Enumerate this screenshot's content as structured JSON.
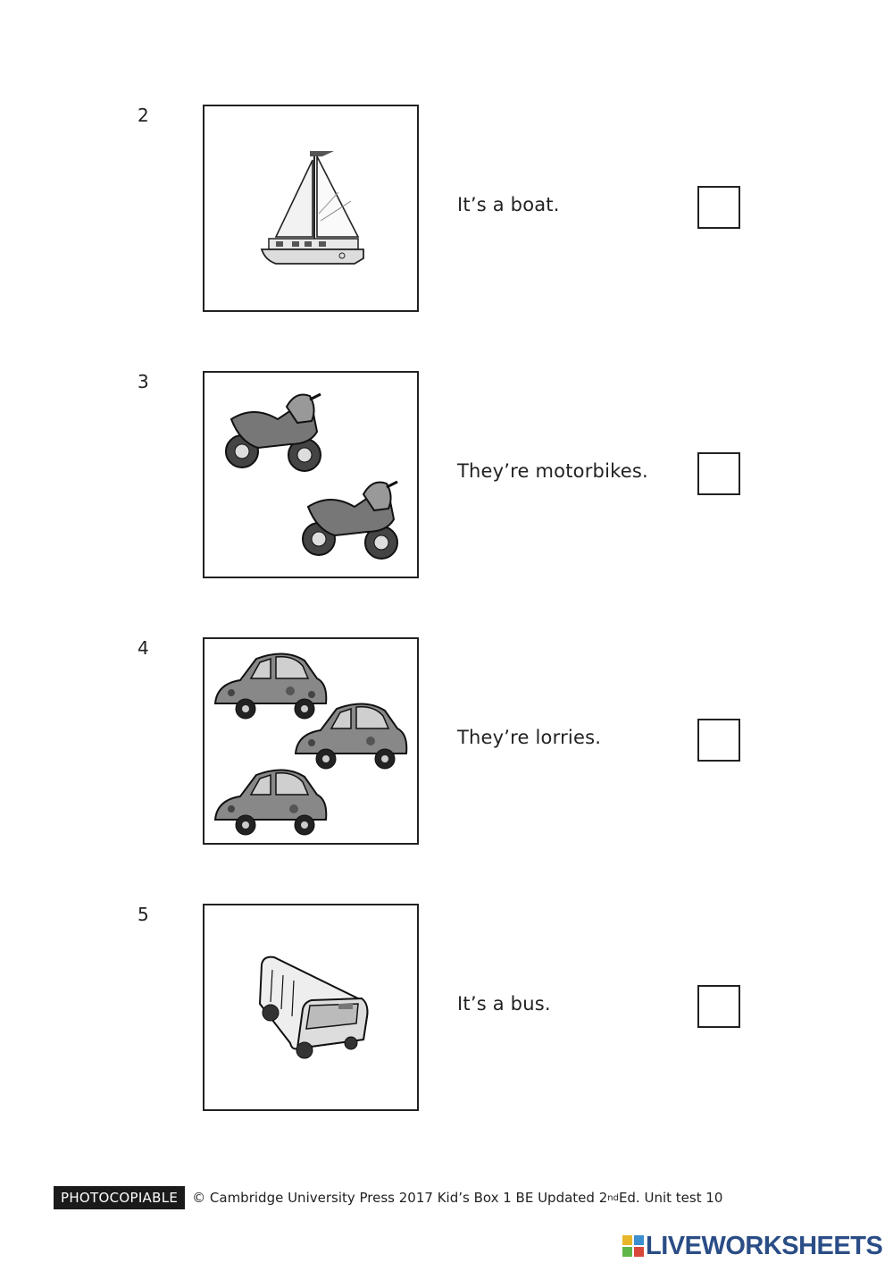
{
  "items": [
    {
      "number": "2",
      "sentence": "It’s a boat.",
      "picture": "sailboat-picture"
    },
    {
      "number": "3",
      "sentence": "They’re motorbikes.",
      "picture": "motorbikes-picture"
    },
    {
      "number": "4",
      "sentence": "They’re lorries.",
      "picture": "cars-picture"
    },
    {
      "number": "5",
      "sentence": "It’s a bus.",
      "picture": "bus-picture"
    }
  ],
  "footer": {
    "badge": "PHOTOCOPIABLE",
    "text_before": "© Cambridge University Press 2017 Kid’s Box 1 BE Updated 2",
    "superscript": "nd",
    "text_after": " Ed. Unit test 10"
  },
  "brand": {
    "logo_icon": "liveworksheets-logo-icon",
    "text": "LIVEWORKSHEETS",
    "color": "#2a4d86"
  }
}
